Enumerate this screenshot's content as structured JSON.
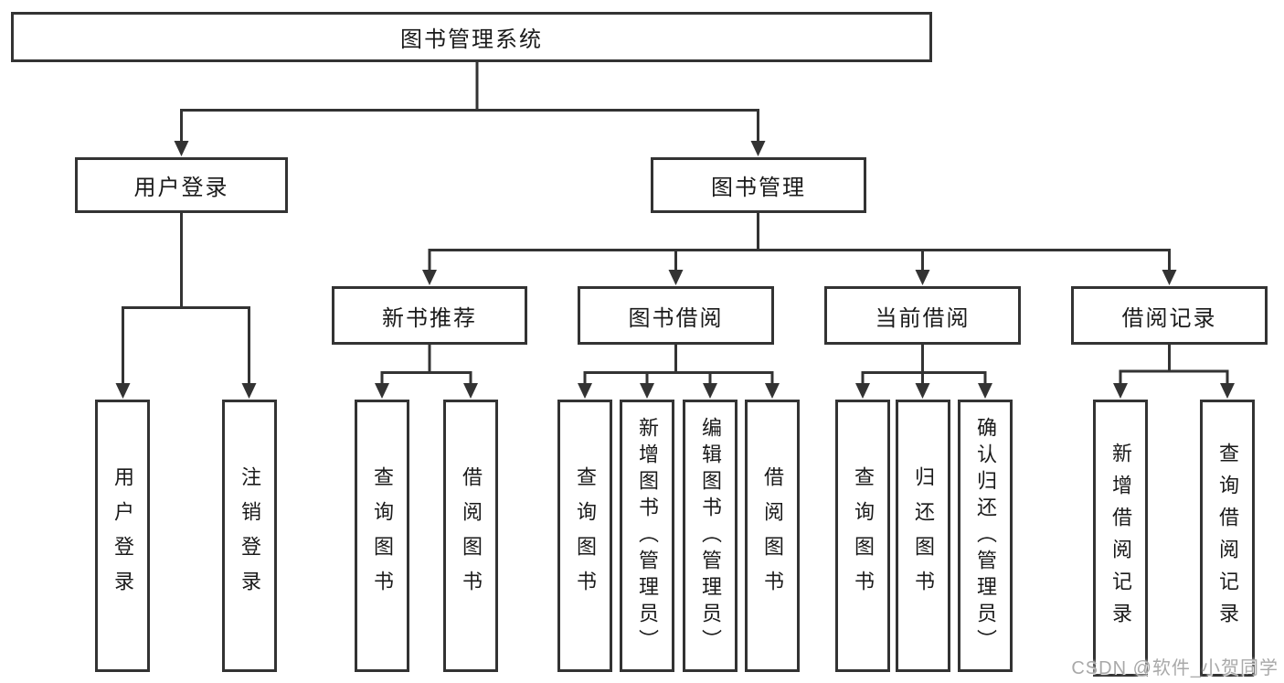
{
  "diagram_type": "hierarchy-tree",
  "tree": {
    "label": "图书管理系统",
    "children": [
      {
        "label": "用户登录",
        "children": [
          {
            "label": "用户登录"
          },
          {
            "label": "注销登录"
          }
        ]
      },
      {
        "label": "图书管理",
        "children": [
          {
            "label": "新书推荐",
            "children": [
              {
                "label": "查询图书"
              },
              {
                "label": "借阅图书"
              }
            ]
          },
          {
            "label": "图书借阅",
            "children": [
              {
                "label": "查询图书"
              },
              {
                "label": "新增图书（管理员）"
              },
              {
                "label": "编辑图书（管理员）"
              },
              {
                "label": "借阅图书"
              }
            ]
          },
          {
            "label": "当前借阅",
            "children": [
              {
                "label": "查询图书"
              },
              {
                "label": "归还图书"
              },
              {
                "label": "确认归还（管理员）"
              }
            ]
          },
          {
            "label": "借阅记录",
            "children": [
              {
                "label": "新增借阅记录"
              },
              {
                "label": "查询借阅记录"
              }
            ]
          }
        ]
      }
    ]
  },
  "watermark": {
    "text": "CSDN @软件_小贺同学"
  },
  "colors": {
    "line": "#333333",
    "box_border": "#333333",
    "text": "#1a1a1a",
    "watermark": "#a9a9a9",
    "background": "#ffffff"
  }
}
